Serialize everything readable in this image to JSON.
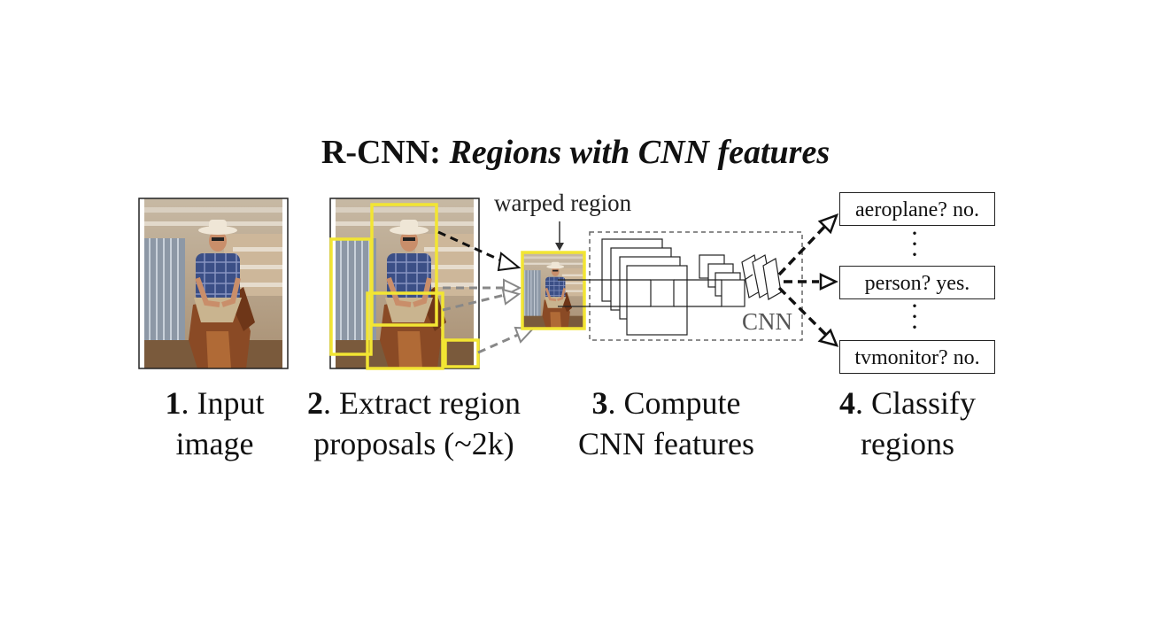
{
  "title": {
    "bold": "R-CNN:",
    "italic": "Regions with CNN features"
  },
  "labels": {
    "warped_region": "warped region",
    "cnn": "CNN"
  },
  "classes": [
    "aeroplane? no.",
    "person? yes.",
    "tvmonitor? no."
  ],
  "steps": [
    {
      "num": "1",
      "line1": ". Input",
      "line2": "image"
    },
    {
      "num": "2",
      "line1": ". Extract region",
      "line2": "proposals (~2k)"
    },
    {
      "num": "3",
      "line1": ". Compute",
      "line2": "CNN features"
    },
    {
      "num": "4",
      "line1": ". Classify",
      "line2": "regions"
    }
  ],
  "colors": {
    "proposal_box": "#f2e533",
    "arrow_dark": "#111111",
    "arrow_gray": "#888888",
    "cnn_box": "#666666"
  }
}
